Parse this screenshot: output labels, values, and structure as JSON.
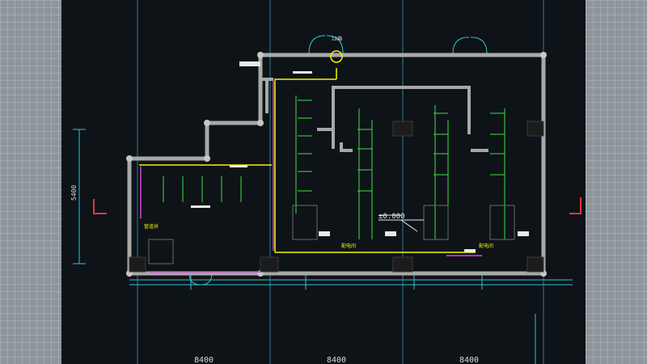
{
  "app": {
    "accent": "#f5f500",
    "wall_color": "#a8a8a8",
    "grid_line_color": "#2ec4d6",
    "section_marker_color": "#e23a3a"
  },
  "drawing": {
    "label_top": "ID箱",
    "dim_vertical": "5400",
    "dims_bottom": [
      "8400",
      "8400",
      "8400"
    ],
    "level_mark": "±0.000",
    "room_label_a": "管道井",
    "room_label_b": "配电间",
    "room_label_c": "配电间",
    "section_marker_icon": "section-marker-icon"
  }
}
